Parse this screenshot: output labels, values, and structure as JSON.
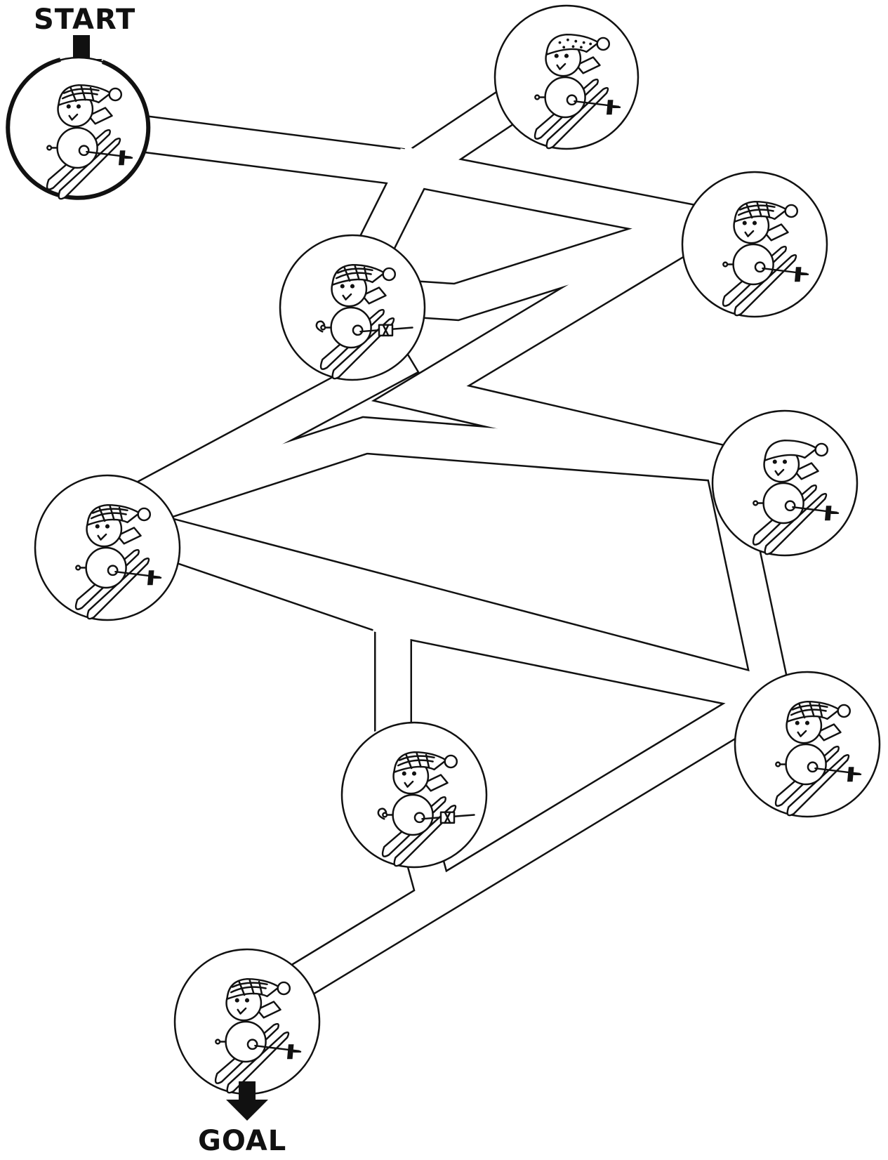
{
  "maze": {
    "start_label": "START",
    "goal_label": "GOAL",
    "ink_color": "#111111",
    "background_color": "#ffffff",
    "start_marker_icon": "down-arrow-icon",
    "goal_marker_icon": "down-arrow-icon",
    "node_icon": "skiing-snowman-icon",
    "nodes": [
      {
        "id": "start",
        "hat": "striped",
        "pole": "black-tip"
      },
      {
        "id": "top-right",
        "hat": "dotted",
        "pole": "black-tip"
      },
      {
        "id": "right-1",
        "hat": "striped",
        "pole": "black-tip"
      },
      {
        "id": "middle-1",
        "hat": "striped",
        "pole": "paintbrush"
      },
      {
        "id": "right-2",
        "hat": "plain",
        "pole": "black-tip"
      },
      {
        "id": "left",
        "hat": "striped",
        "pole": "black-tip"
      },
      {
        "id": "right-3",
        "hat": "striped",
        "pole": "black-tip"
      },
      {
        "id": "middle-2",
        "hat": "striped",
        "pole": "paintbrush"
      },
      {
        "id": "goal",
        "hat": "striped",
        "pole": "black-tip"
      }
    ]
  }
}
